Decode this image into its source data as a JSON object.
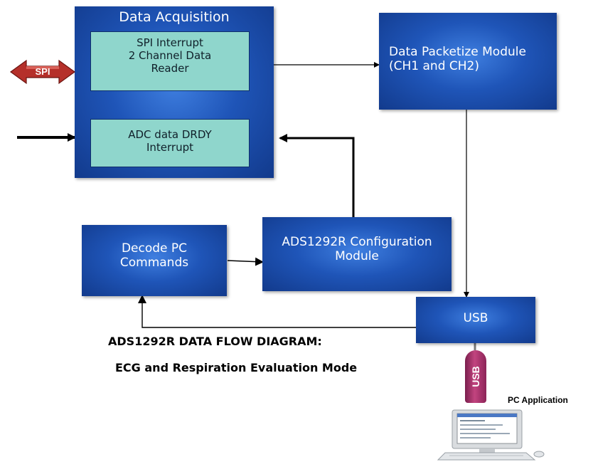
{
  "blocks": {
    "data_acquisition": {
      "title": "Data Acquisition"
    },
    "spi_reader": {
      "line1": "SPI Interrupt",
      "line2": "2 Channel Data",
      "line3": "Reader"
    },
    "adc_drdy": {
      "line1": "ADC data DRDY",
      "line2": "Interrupt"
    },
    "packetize": {
      "line1": "Data Packetize Module",
      "line2": "(CH1 and CH2)"
    },
    "config": {
      "line1": "ADS1292R Configuration",
      "line2": "Module"
    },
    "decode": {
      "line1": "Decode PC",
      "line2": "Commands"
    },
    "usb": {
      "label": "USB"
    }
  },
  "spi_badge": "SPI",
  "usb_badge": "USB",
  "pc_application": "PC Application",
  "caption": {
    "line1": "ADS1292R  DATA FLOW DIAGRAM:",
    "line2": "ECG and Respiration   Evaluation Mode"
  },
  "colors": {
    "block_blue": "#1f55b8",
    "subblock_teal": "#8fd6cc",
    "spi_red": "#b5302a",
    "usb_magenta": "#a8306e"
  }
}
